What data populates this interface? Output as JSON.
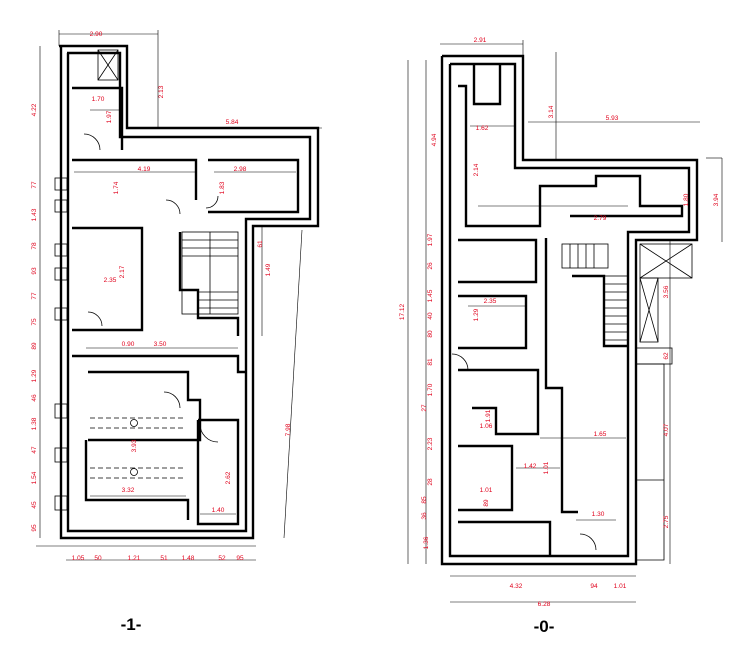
{
  "plans": [
    {
      "caption": "-1-",
      "labels": [
        "2.90",
        "1.70",
        "1.97",
        "2.13",
        "5.84",
        "4.19",
        "1.74",
        "2.98",
        "1.83",
        "2.17",
        "2.35",
        "0.90",
        "3.50",
        "3.93",
        "3.32",
        "2.62",
        "1.40",
        "1.49",
        "61",
        "4.22",
        "77",
        "1.43",
        "78",
        "93",
        "77",
        "75",
        "89",
        "1.29",
        "46",
        "1.38",
        "47",
        "1.54",
        "45",
        "95",
        "7.98",
        "1.05",
        "50",
        "1.21",
        "51",
        "1.48",
        "52",
        "95"
      ]
    },
    {
      "caption": "-0-",
      "labels": [
        "2.91",
        "1.62",
        "3.14",
        "5.93",
        "2.14",
        "1.80",
        "2.79",
        "3.94",
        "2.35",
        "1.29",
        "1.91",
        "1.06",
        "1.01",
        "1.65",
        "1.42",
        "1.01",
        "89",
        "1.30",
        "3.56",
        "62",
        "4.07",
        "2.75",
        "4.94",
        "1.97",
        "26",
        "1.45",
        "40",
        "80",
        "81",
        "1.70",
        "27",
        "2.23",
        "28",
        "85",
        "36",
        "1.36",
        "17.12",
        "4.32",
        "94",
        "1.01",
        "6.28"
      ]
    }
  ]
}
